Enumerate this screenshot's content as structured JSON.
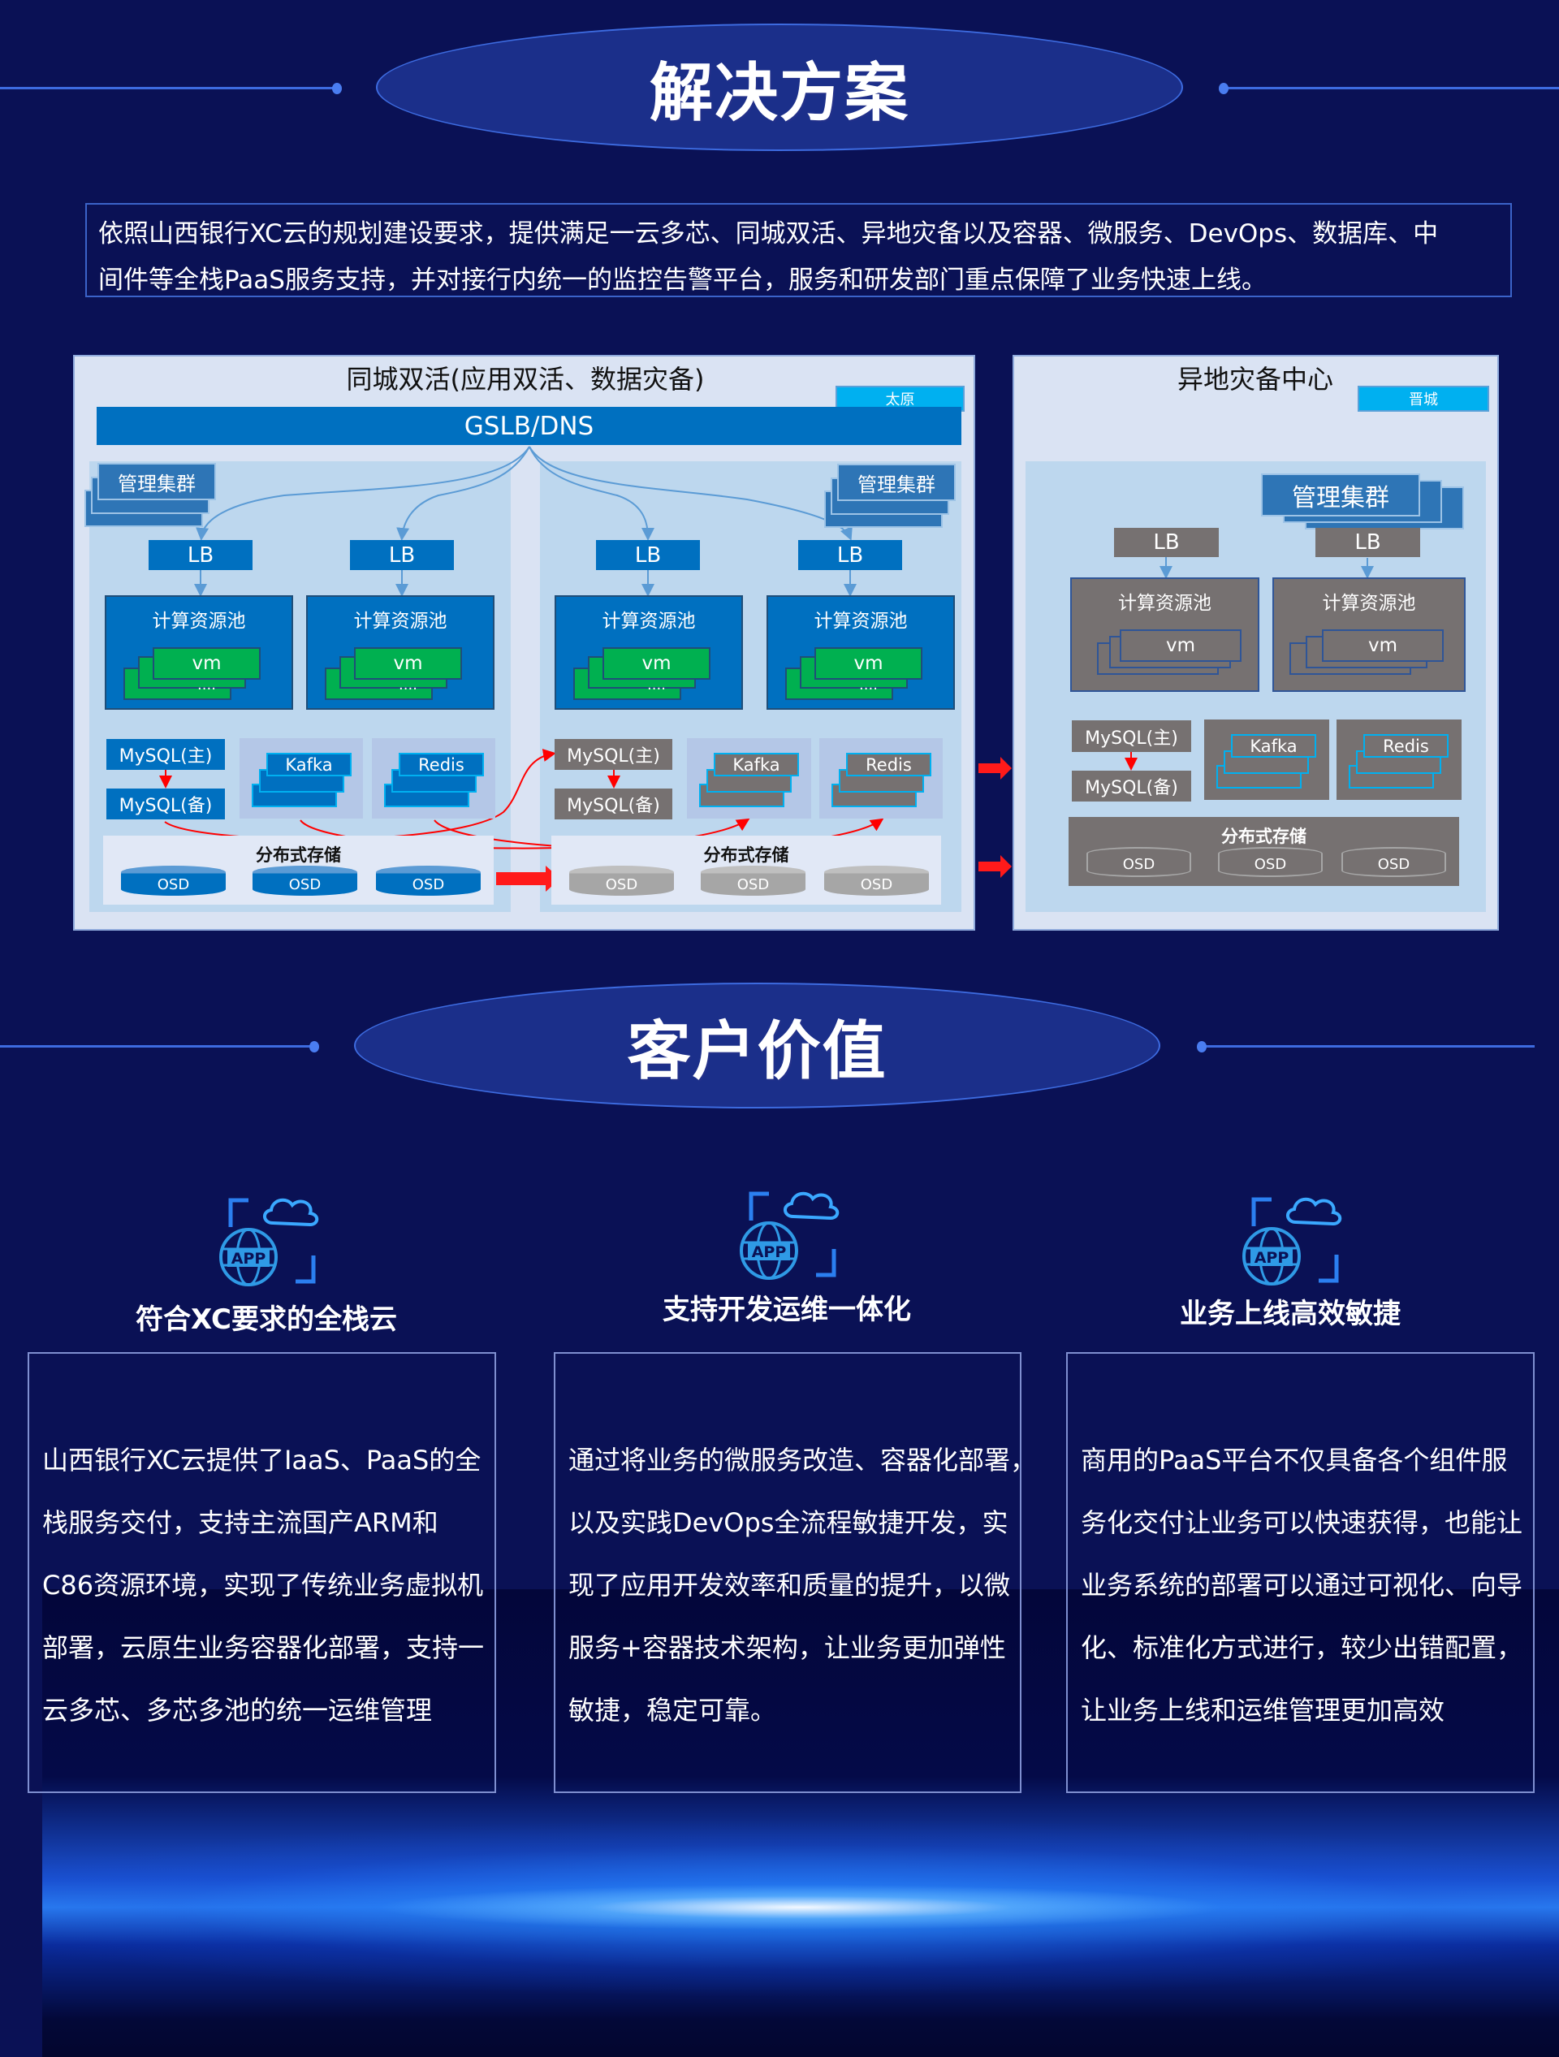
{
  "sections": {
    "solution_title": "解决方案",
    "value_title": "客户价值"
  },
  "intro": {
    "lines": [
      "依照山西银行XC云的规划建设要求，提供满足一云多芯、同城双活、异地灾备以及容器、微服务、DevOps、数据库、中",
      "间件等全栈PaaS服务支持，并对接行内统一的监控告警平台，服务和研发部门重点保障了业务快速上线。"
    ]
  },
  "diagram": {
    "primary": {
      "title": "同城双活(应用双活、数据灾备)",
      "location": "太原",
      "gslb": "GSLB/DNS",
      "mgmt": "管理集群",
      "lb": "LB",
      "pool": "计算资源池",
      "vm": "vm",
      "vm_more": "....",
      "mysql_master": "MySQL(主)",
      "mysql_standby": "MySQL(备)",
      "kafka": "Kafka",
      "redis": "Redis",
      "storage": "分布式存储",
      "osd": "OSD"
    },
    "dr": {
      "title": "异地灾备中心",
      "location": "晋城",
      "mgmt": "管理集群",
      "lb": "LB",
      "pool": "计算资源池",
      "vm": "vm",
      "mysql_master": "MySQL(主)",
      "mysql_standby": "MySQL(备)",
      "kafka": "Kafka",
      "redis": "Redis",
      "storage": "分布式存储",
      "osd": "OSD"
    }
  },
  "values": [
    {
      "title": "符合XC要求的全栈云",
      "icon": "cloud-app-icon",
      "lines": [
        "山西银行XC云提供了IaaS、PaaS的全",
        "栈服务交付，支持主流国产ARM和",
        "C86资源环境，实现了传统业务虚拟机",
        "部署，云原生业务容器化部署，支持一",
        "云多芯、多芯多池的统一运维管理"
      ]
    },
    {
      "title": "支持开发运维一体化",
      "icon": "cloud-app-icon",
      "lines": [
        "通过将业务的微服务改造、容器化部署，",
        "以及实践DevOps全流程敏捷开发，实",
        "现了应用开发效率和质量的提升，以微",
        "服务+容器技术架构，让业务更加弹性",
        "敏捷，稳定可靠。"
      ]
    },
    {
      "title": "业务上线高效敏捷",
      "icon": "cloud-app-icon",
      "lines": [
        "商用的PaaS平台不仅具备各个组件服",
        "务化交付让业务可以快速获得，也能让",
        "业务系统的部署可以通过可视化、向导",
        "化、标准化方式进行，较少出错配置，",
        "让业务上线和运维管理更加高效"
      ]
    }
  ],
  "colors": {
    "background": "#0a1155",
    "pill": "#1b2f8a",
    "accent_line": "#3d6be0",
    "primary_blue": "#0070c0",
    "vm_green": "#00b050",
    "dr_gray": "#767171",
    "location_tag": "#00b0f0",
    "replication_red": "#ff0000"
  }
}
